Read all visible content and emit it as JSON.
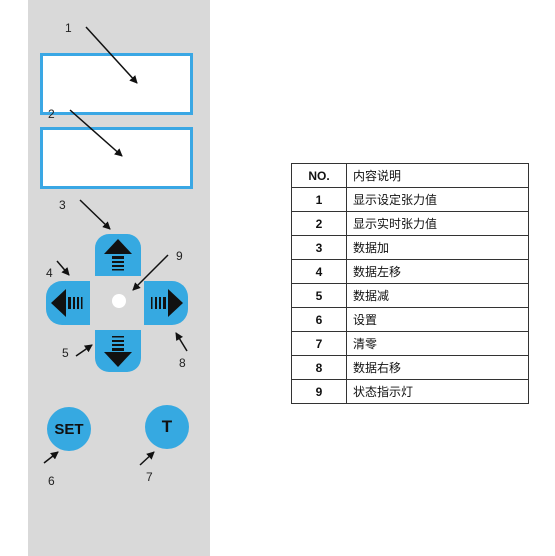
{
  "panel": {
    "set_key_label": "SET",
    "t_key_label": "T"
  },
  "callouts": [
    "1",
    "2",
    "3",
    "4",
    "5",
    "6",
    "7",
    "8",
    "9"
  ],
  "legend": {
    "header": {
      "no": "NO.",
      "desc": "内容说明"
    },
    "rows": [
      {
        "no": "1",
        "desc": "显示设定张力值"
      },
      {
        "no": "2",
        "desc": "显示实时张力值"
      },
      {
        "no": "3",
        "desc": "数据加"
      },
      {
        "no": "4",
        "desc": "数据左移"
      },
      {
        "no": "5",
        "desc": "数据减"
      },
      {
        "no": "6",
        "desc": "设置"
      },
      {
        "no": "7",
        "desc": "清零"
      },
      {
        "no": "8",
        "desc": "数据右移"
      },
      {
        "no": "9",
        "desc": "状态指示灯"
      }
    ]
  },
  "colors": {
    "panel": "#d9d9d9",
    "key": "#36a9e1",
    "display_border": "#3aa7e4"
  }
}
